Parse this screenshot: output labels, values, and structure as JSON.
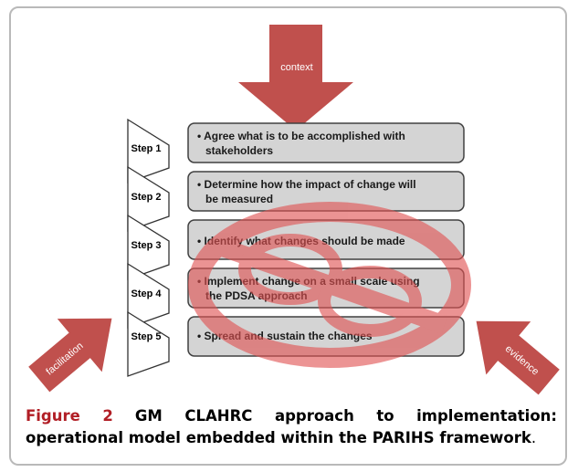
{
  "diagram": {
    "context_label": "context",
    "facilitation_label": "facilitation",
    "evidence_label": "evidence",
    "steps": [
      {
        "label": "Step 1",
        "text_lines": [
          "• Agree what is to be accomplished with",
          "stakeholders"
        ]
      },
      {
        "label": "Step 2",
        "text_lines": [
          "• Determine how the impact of change will",
          "be measured"
        ]
      },
      {
        "label": "Step 3",
        "text_lines": [
          "• Identify what changes should be made"
        ]
      },
      {
        "label": "Step 4",
        "text_lines": [
          "• Implement change on a small scale using",
          "the PDSA approach"
        ]
      },
      {
        "label": "Step 5",
        "text_lines": [
          "• Spread and sustain the changes"
        ]
      }
    ],
    "colors": {
      "arrow_red": "#c0504d",
      "box_fill": "#d4d4d4",
      "box_stroke": "#404040",
      "caption_red": "#b11e25"
    }
  },
  "caption": {
    "label": "Figure 2",
    "title": "GM CLAHRC approach to implementation: operational model embedded within the PARIHS framework",
    "end": "."
  }
}
